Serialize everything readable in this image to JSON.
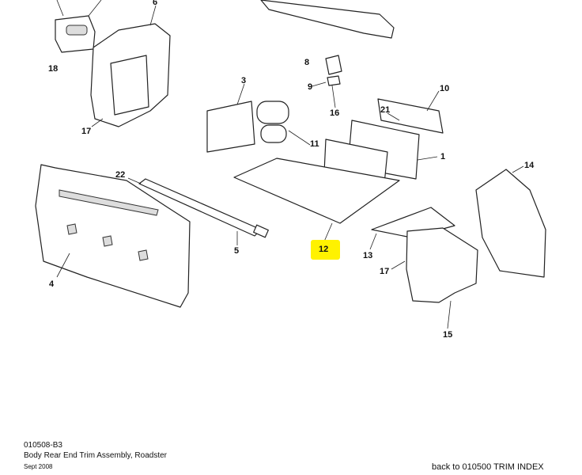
{
  "diagram": {
    "callouts": [
      {
        "label": "6"
      },
      {
        "label": "18"
      },
      {
        "label": "17"
      },
      {
        "label": "3"
      },
      {
        "label": "8"
      },
      {
        "label": "9"
      },
      {
        "label": "10"
      },
      {
        "label": "21"
      },
      {
        "label": "16"
      },
      {
        "label": "11"
      },
      {
        "label": "1"
      },
      {
        "label": "14"
      },
      {
        "label": "22"
      },
      {
        "label": "5"
      },
      {
        "label": "12"
      },
      {
        "label": "13"
      },
      {
        "label": "17"
      },
      {
        "label": "4"
      },
      {
        "label": "15"
      }
    ],
    "highlight_color": "#fff200"
  },
  "footer": {
    "code": "010508-B3",
    "title": "Body Rear End Trim Assembly, Roadster",
    "date": "Sept 2008",
    "back_link": "back to 010500 TRIM INDEX"
  }
}
